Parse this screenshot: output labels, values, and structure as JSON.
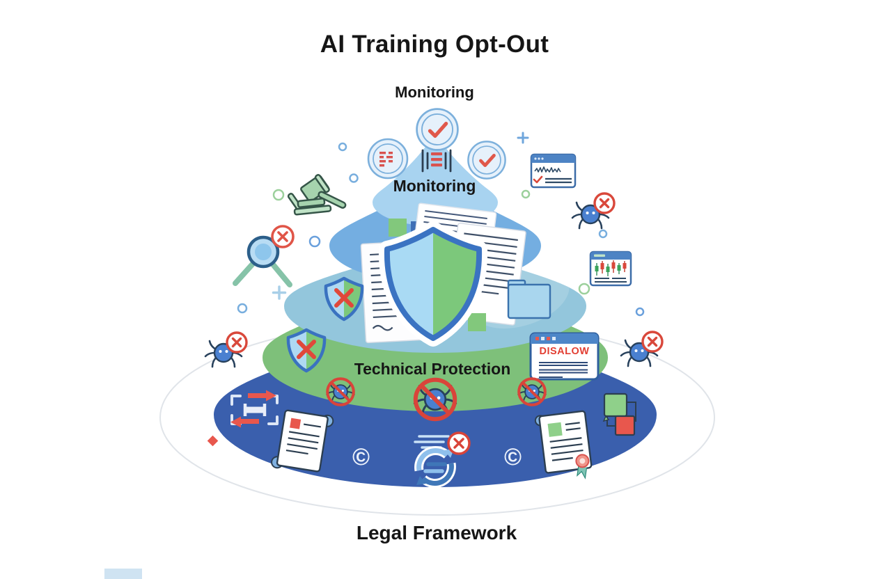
{
  "title": "AI Training Opt-Out",
  "pyramid": {
    "top_caption": "Monitoring",
    "tiers": [
      {
        "name": "monitoring-cone",
        "label": "Monitoring",
        "color": "#a8d3f0"
      },
      {
        "name": "documents",
        "label": "",
        "color": "#74aee1"
      },
      {
        "name": "shield",
        "label": "",
        "color": "#93c6dc"
      },
      {
        "name": "technical-protection",
        "label": "Technical Protection",
        "color": "#7ec07a"
      },
      {
        "name": "legal-base",
        "label": "",
        "color": "#3a5fad"
      }
    ],
    "bottom_caption": "Legal Framework"
  },
  "robots_window": {
    "text": "DISALOW"
  },
  "copyright_symbol": "©",
  "colors": {
    "alert_red": "#d9483b",
    "check_red": "#e0584a",
    "shield_border": "#3a73c2",
    "shield_left": "#a9daf4",
    "shield_right": "#7cc87b",
    "window_blue": "#4d83c4",
    "text": "#161616"
  },
  "icons": {
    "check-badge-icon": "✓",
    "checklist-badge-icon": "≣",
    "log-list-icon": "|≡|",
    "gavel-icon": "🔨",
    "search-block-icon": "🔍⊘",
    "spider-block-icon": "🕷⊘",
    "shield-block-icon": "🛡✕",
    "shield-document-icon": "🛡",
    "folder-icon": "📁",
    "analytics-window-icon": "📈",
    "candlestick-window-icon": "📊",
    "robots-disallow-window-icon": "🌐",
    "no-crawler-icon": "🚫🕷",
    "data-transfer-icon": "⇄",
    "scroll-document-icon": "📜",
    "copyright-icon": "©",
    "sync-block-icon": "🔄⊘",
    "certificate-icon": "🏅",
    "flowchart-icon": "▦"
  }
}
